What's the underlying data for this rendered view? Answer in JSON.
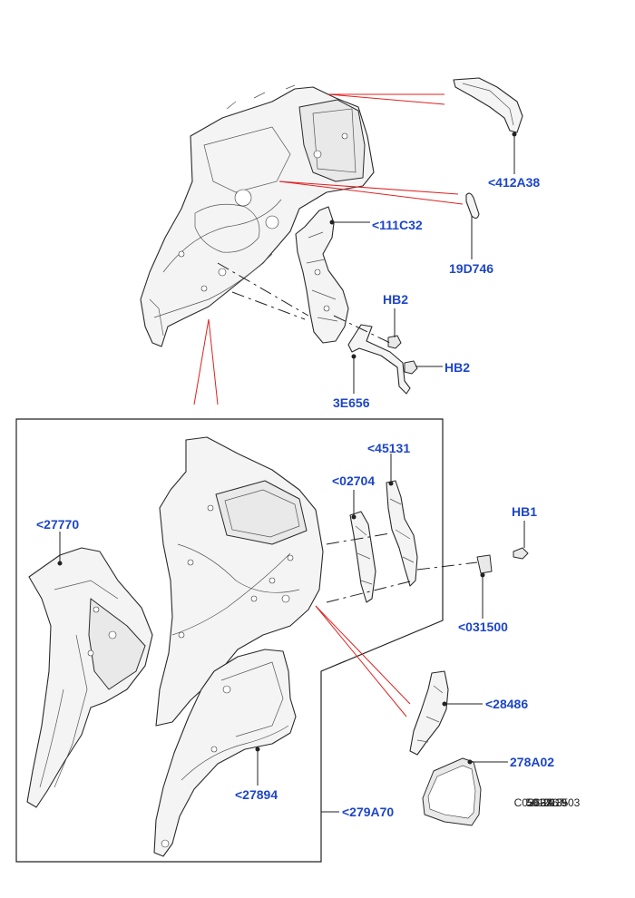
{
  "callouts": {
    "p412A38": "<412A38",
    "p111C32": "<111C32",
    "p19D746": "19D746",
    "hb2_top": "HB2",
    "hb2_right": "HB2",
    "p3E656": "3E656",
    "p45131": "<45131",
    "p02704": "<02704",
    "p27770": "<27770",
    "hb1": "HB1",
    "p031500": "<031500",
    "p28486": "<28486",
    "p278A02": "278A02",
    "p27894": "<27894",
    "p279A70": "<279A70"
  },
  "reference": {
    "line1": "5010135",
    "line2": "50-2019",
    "line3": "3A",
    "line4": "C0269367-03"
  },
  "colors": {
    "callout": "#1d46c8",
    "leader_red": "#e02020",
    "linework": "#2a2a2a"
  }
}
